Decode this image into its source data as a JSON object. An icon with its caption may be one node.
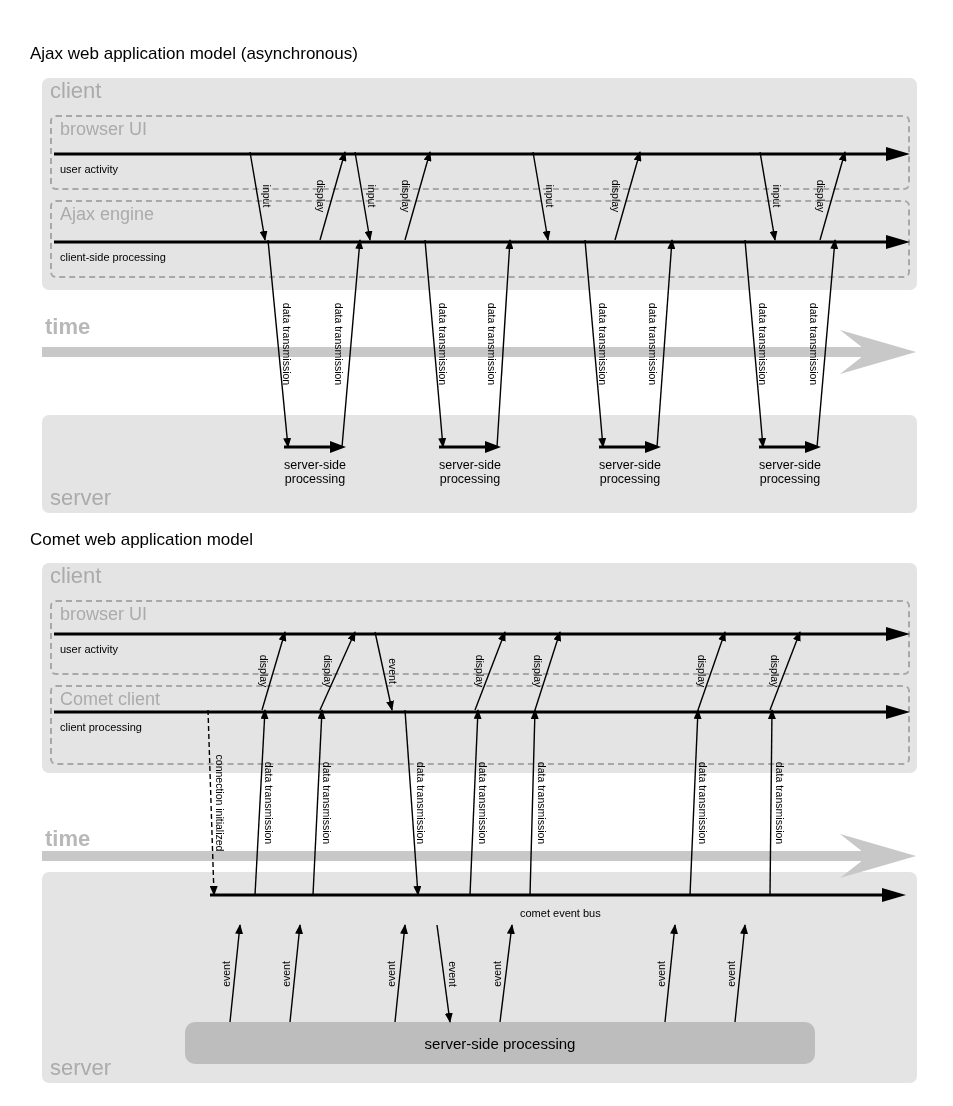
{
  "diagram": {
    "nodes": [
      {
        "text": [
          "client"
        ]
      },
      {
        "text": [
          "browser UI",
          "user activity"
        ],
        "in": 0
      },
      {
        "text": [
          "Ajax engine",
          "client-side processing"
        ],
        "in": 0
      },
      {
        "text": [
          "server"
        ]
      },
      {
        "text": [
          "server-side processing"
        ],
        "in": 3
      },
      {
        "text": [
          "server-side processing"
        ],
        "in": 3
      },
      {
        "text": [
          "server-side processing"
        ],
        "in": 3
      },
      {
        "text": [
          "server-side processing"
        ],
        "in": 3
      },
      {
        "text": [
          "client"
        ]
      },
      {
        "text": [
          "browser UI",
          "user activity"
        ],
        "in": 8
      },
      {
        "text": [
          "Comet client",
          "client processing"
        ],
        "in": 8
      },
      {
        "text": [
          "server"
        ]
      },
      {
        "text": [
          "comet event bus"
        ],
        "in": 11
      },
      {
        "text": [
          "server-side processing"
        ],
        "in": 11
      }
    ],
    "edges": [
      {
        "from": 1,
        "to": 2,
        "arrow": "to",
        "label": "input"
      },
      {
        "from": 2,
        "to": 4,
        "arrow": "to",
        "label": "data transmission"
      },
      {
        "from": 4,
        "to": 2,
        "arrow": "to",
        "label": "data transmission"
      },
      {
        "from": 2,
        "to": 1,
        "arrow": "to",
        "label": "display"
      },
      {
        "from": 1,
        "to": 2,
        "arrow": "to",
        "label": "input"
      },
      {
        "from": 2,
        "to": 5,
        "arrow": "to",
        "label": "data transmission"
      },
      {
        "from": 5,
        "to": 2,
        "arrow": "to",
        "label": "data transmission"
      },
      {
        "from": 2,
        "to": 1,
        "arrow": "to",
        "label": "display"
      },
      {
        "from": 1,
        "to": 2,
        "arrow": "to",
        "label": "input"
      },
      {
        "from": 2,
        "to": 6,
        "arrow": "to",
        "label": "data transmission"
      },
      {
        "from": 6,
        "to": 2,
        "arrow": "to",
        "label": "data transmission"
      },
      {
        "from": 2,
        "to": 1,
        "arrow": "to",
        "label": "display"
      },
      {
        "from": 1,
        "to": 2,
        "arrow": "to",
        "label": "input"
      },
      {
        "from": 2,
        "to": 7,
        "arrow": "to",
        "label": "data transmission"
      },
      {
        "from": 7,
        "to": 2,
        "arrow": "to",
        "label": "data transmission"
      },
      {
        "from": 2,
        "to": 1,
        "arrow": "to",
        "label": "display"
      },
      {
        "from": 10,
        "to": 12,
        "arrow": "to",
        "label": "connection initialized",
        "style": "dashed"
      },
      {
        "from": 13,
        "to": 12,
        "arrow": "to",
        "label": "event"
      },
      {
        "from": 12,
        "to": 10,
        "arrow": "to",
        "label": "data transmission"
      },
      {
        "from": 10,
        "to": 9,
        "arrow": "to",
        "label": "display"
      },
      {
        "from": 13,
        "to": 12,
        "arrow": "to",
        "label": "event"
      },
      {
        "from": 12,
        "to": 10,
        "arrow": "to",
        "label": "data transmission"
      },
      {
        "from": 10,
        "to": 9,
        "arrow": "to",
        "label": "display"
      },
      {
        "from": 9,
        "to": 10,
        "arrow": "to",
        "label": "event"
      },
      {
        "from": 13,
        "to": 12,
        "arrow": "to",
        "label": "event"
      },
      {
        "from": 10,
        "to": 12,
        "arrow": "to",
        "label": "data transmission"
      },
      {
        "from": 12,
        "to": 13,
        "arrow": "to",
        "label": "event"
      },
      {
        "from": 13,
        "to": 12,
        "arrow": "to",
        "label": "event"
      },
      {
        "from": 12,
        "to": 10,
        "arrow": "to",
        "label": "data transmission"
      },
      {
        "from": 10,
        "to": 9,
        "arrow": "to",
        "label": "display"
      },
      {
        "from": 12,
        "to": 10,
        "arrow": "to",
        "label": "data transmission"
      },
      {
        "from": 10,
        "to": 9,
        "arrow": "to",
        "label": "display"
      },
      {
        "from": 13,
        "to": 12,
        "arrow": "to",
        "label": "event"
      },
      {
        "from": 12,
        "to": 10,
        "arrow": "to",
        "label": "data transmission"
      },
      {
        "from": 10,
        "to": 9,
        "arrow": "to",
        "label": "display"
      },
      {
        "from": 13,
        "to": 12,
        "arrow": "to",
        "label": "event"
      },
      {
        "from": 12,
        "to": 10,
        "arrow": "to",
        "label": "data transmission"
      },
      {
        "from": 10,
        "to": 9,
        "arrow": "to",
        "label": "display"
      }
    ],
    "labels": [
      "Ajax web application model (asynchronous)",
      "time",
      "Comet web application model",
      "time"
    ]
  }
}
